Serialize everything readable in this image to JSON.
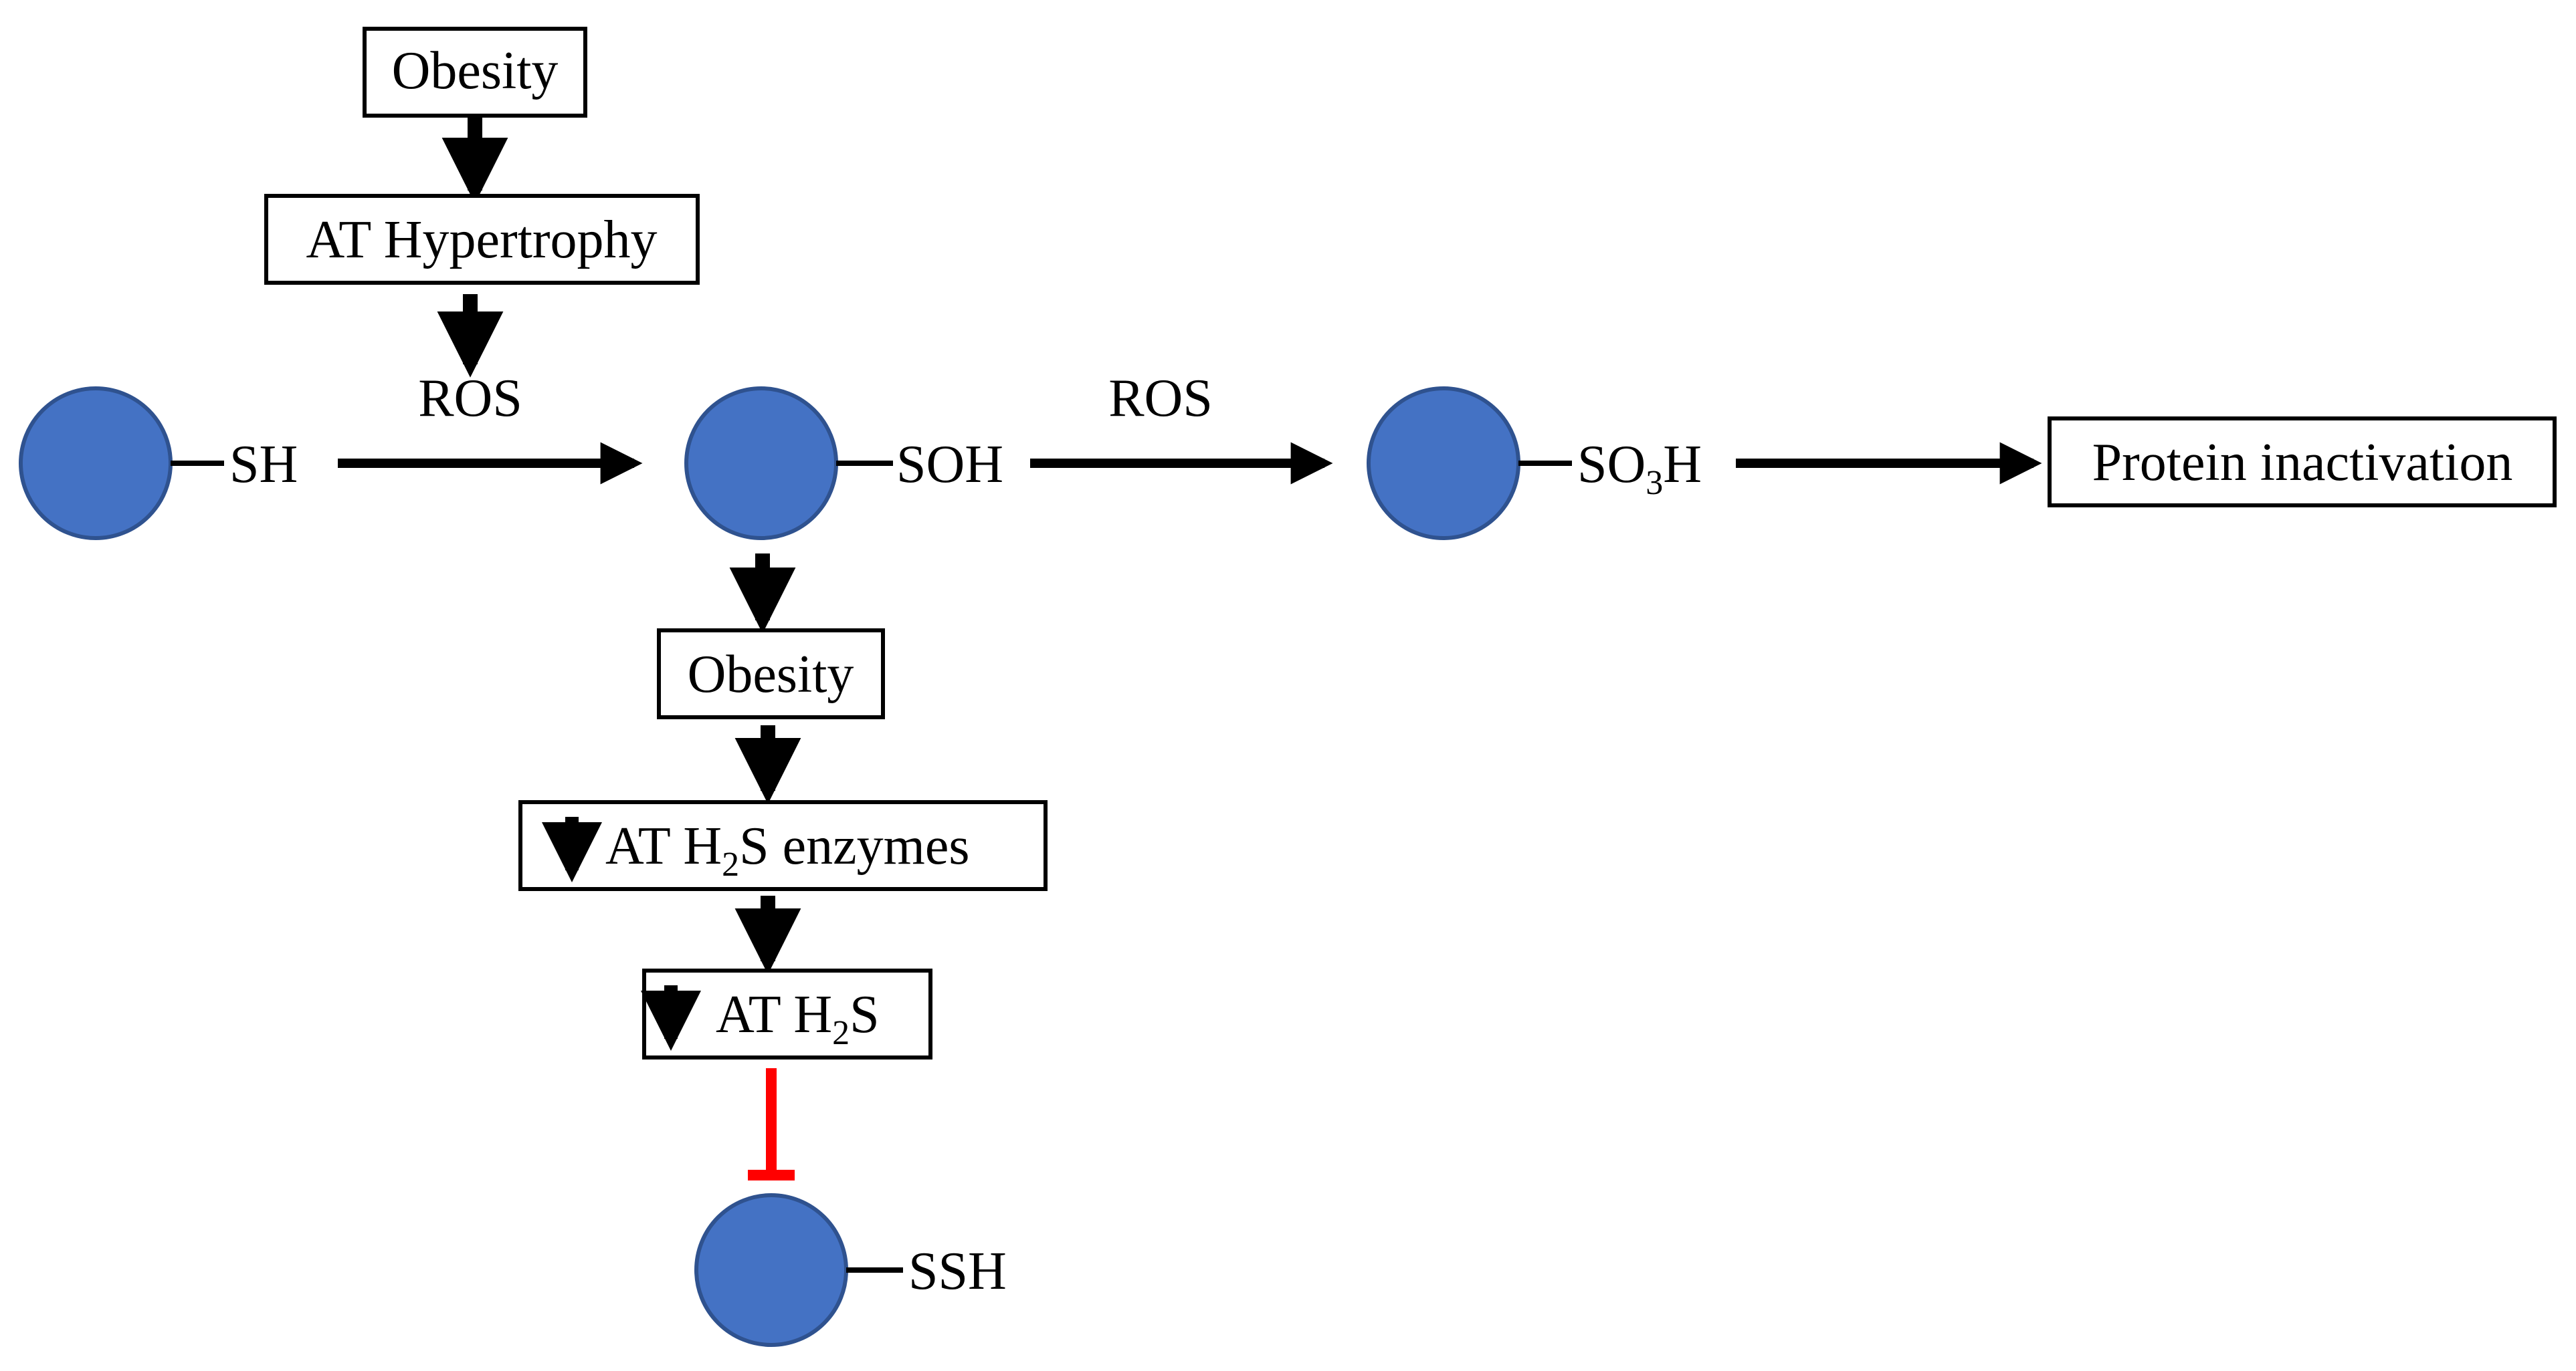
{
  "colors": {
    "protein_fill": "#4472c4",
    "protein_stroke": "#2f528f",
    "arrow": "#000000",
    "inhibition": "#ff0000"
  },
  "icons": {
    "protein": "blue-circle",
    "decrease_marker": "down-arrow-icon",
    "inhibition_marker": "t-bar-inhibition"
  },
  "pathway": {
    "top_box_1": "Obesity",
    "top_box_2": "AT Hypertrophy",
    "ros_label_1": "ROS",
    "ros_label_2": "ROS",
    "species_sh": "SH",
    "species_soh": "SOH",
    "species_so3h_prefix": "SO",
    "species_so3h_subscript": "3",
    "species_so3h_suffix": "H",
    "outcome": "Protein inactivation",
    "lower_box_1": "Obesity",
    "enzymes_prefix": "AT H",
    "enzymes_subscript": "2",
    "enzymes_suffix": "S enzymes",
    "h2s_prefix": "AT H",
    "h2s_subscript": "2",
    "h2s_suffix": "S",
    "species_ssh": "SSH"
  }
}
